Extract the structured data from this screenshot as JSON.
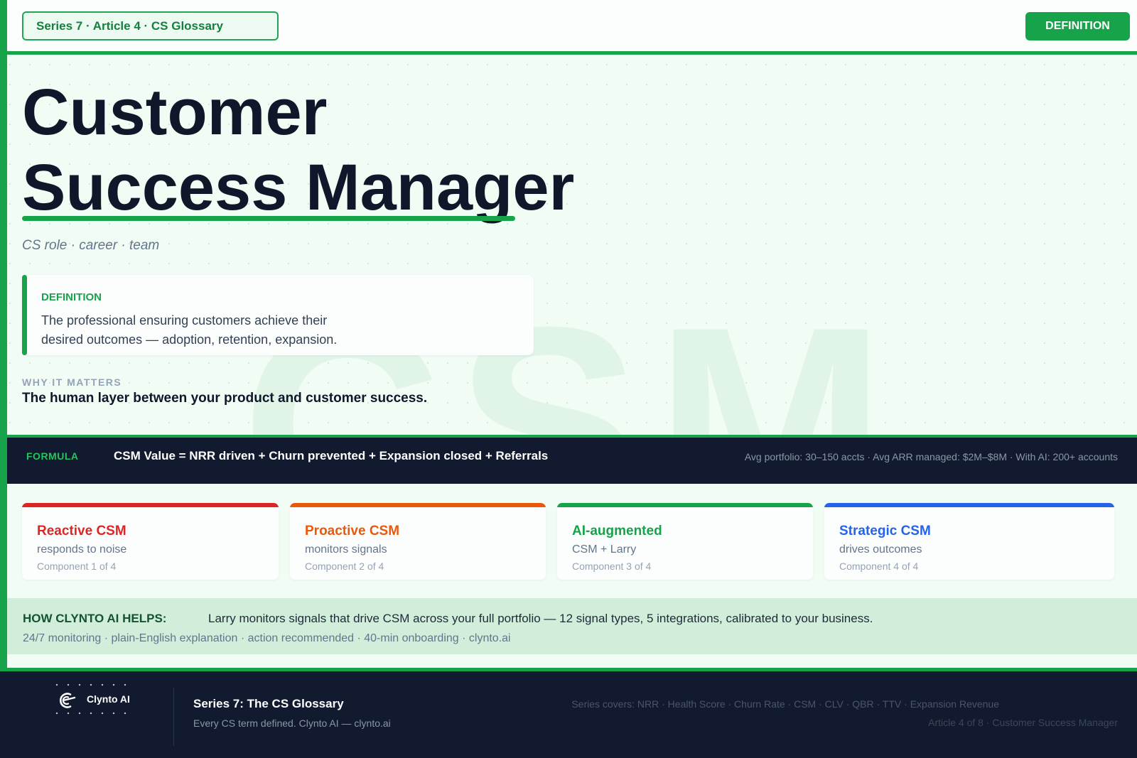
{
  "header": {
    "series_pill": "Series 7 · Article 4 · CS Glossary",
    "badge": "DEFINITION"
  },
  "hero": {
    "watermark": "CSM",
    "title_line1": "Customer",
    "title_line2": "Success Manager",
    "subtitle": "CS role · career · team",
    "definition_label": "DEFINITION",
    "definition_text": "The professional ensuring customers achieve their desired outcomes — adoption, retention, expansion.",
    "why_label": "WHY IT MATTERS",
    "why_text": "The human layer between your product and customer success."
  },
  "formula": {
    "label": "FORMULA",
    "text": "CSM Value = NRR driven + Churn prevented + Expansion closed + Referrals",
    "stats": "Avg portfolio: 30–150 accts · Avg ARR managed: $2M–$8M · With AI: 200+ accounts"
  },
  "components": [
    {
      "name": "Reactive CSM",
      "desc": "responds to noise",
      "meta": "Component 1 of 4",
      "color": "#dc2626"
    },
    {
      "name": "Proactive CSM",
      "desc": "monitors signals",
      "meta": "Component 2 of 4",
      "color": "#ea580c"
    },
    {
      "name": "AI-augmented",
      "desc": "CSM + Larry",
      "meta": "Component 3 of 4",
      "color": "#16a34a"
    },
    {
      "name": "Strategic CSM",
      "desc": "drives outcomes",
      "meta": "Component 4 of 4",
      "color": "#2563eb"
    }
  ],
  "helps": {
    "label": "HOW CLYNTO AI HELPS:",
    "text": "Larry monitors signals that drive CSM across your full portfolio — 12 signal types, 5 integrations, calibrated to your business.",
    "meta": "24/7 monitoring · plain-English explanation · action recommended · 40-min onboarding · clynto.ai"
  },
  "footer": {
    "logo_text": "Clynto AI",
    "logo_icon": "clynto-logo-icon",
    "title": "Series 7: The CS Glossary",
    "subtitle": "Every CS term defined. Clynto AI — clynto.ai",
    "covers": "Series covers: NRR · Health Score · Churn Rate · CSM · CLV · QBR · TTV · Expansion Revenue",
    "article": "Article 4 of 8 · Customer Success Manager"
  },
  "colors": {
    "brand_green": "#16a34a",
    "navy": "#111a2e"
  }
}
